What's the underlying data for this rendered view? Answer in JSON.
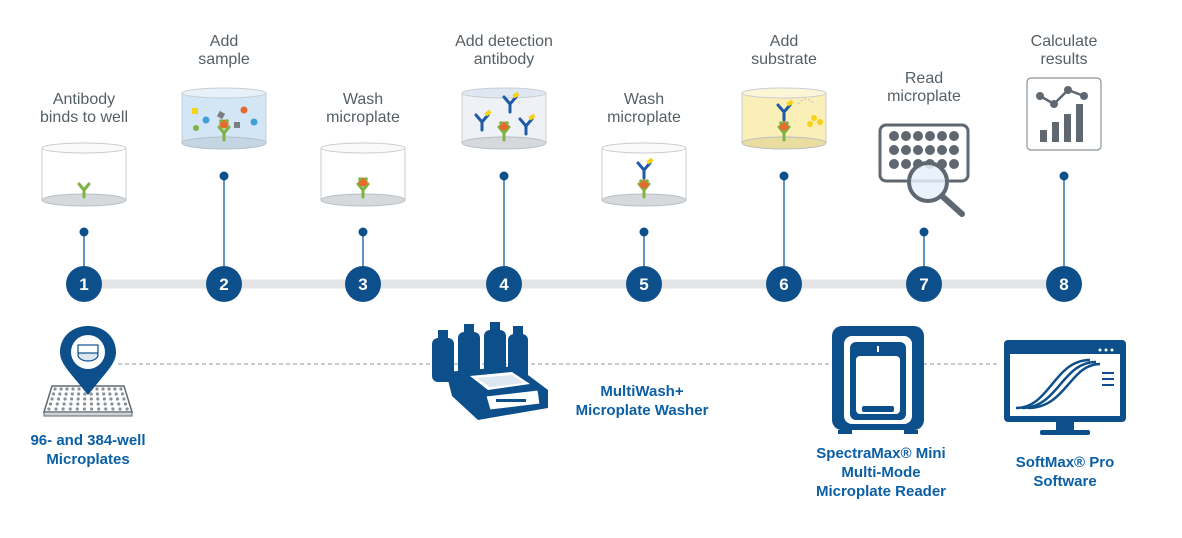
{
  "colors": {
    "primary_blue": "#0b5fa5",
    "dark_blue": "#0d4f8b",
    "timeline_gray": "#e3e5e7",
    "text_gray": "#555f66",
    "antibody_green": "#7cb342",
    "antigen_orange": "#e8692b",
    "detection_blue": "#1f5aa6",
    "yellow": "#f7d117",
    "substrate_bg": "#fbefb8"
  },
  "steps": [
    {
      "number": "1",
      "label_lines": [
        "Antibody",
        "binds to well"
      ],
      "illustration": "well-capture-antibody-icon"
    },
    {
      "number": "2",
      "label_lines": [
        "Add",
        "sample"
      ],
      "illustration": "well-sample-icon"
    },
    {
      "number": "3",
      "label_lines": [
        "Wash",
        "microplate"
      ],
      "illustration": "well-antigen-bound-icon"
    },
    {
      "number": "4",
      "label_lines": [
        "Add detection",
        "antibody"
      ],
      "illustration": "well-detection-antibody-icon"
    },
    {
      "number": "5",
      "label_lines": [
        "Wash",
        "microplate"
      ],
      "illustration": "well-sandwich-icon"
    },
    {
      "number": "6",
      "label_lines": [
        "Add",
        "substrate"
      ],
      "illustration": "well-substrate-icon"
    },
    {
      "number": "7",
      "label_lines": [
        "Read",
        "microplate"
      ],
      "illustration": "microplate-magnifier-icon"
    },
    {
      "number": "8",
      "label_lines": [
        "Calculate",
        "results"
      ],
      "illustration": "results-chart-icon"
    }
  ],
  "products": [
    {
      "label_lines": [
        "96- and 384-well",
        "Microplates"
      ],
      "icon": "microplate-location-pin-icon"
    },
    {
      "label_lines": [
        "MultiWash+",
        "Microplate Washer"
      ],
      "icon": "microplate-washer-icon"
    },
    {
      "label_lines": [
        "SpectraMax® Mini",
        "Multi-Mode",
        "Microplate Reader"
      ],
      "icon": "microplate-reader-icon"
    },
    {
      "label_lines": [
        "SoftMax® Pro",
        "Software"
      ],
      "icon": "software-monitor-icon"
    }
  ]
}
